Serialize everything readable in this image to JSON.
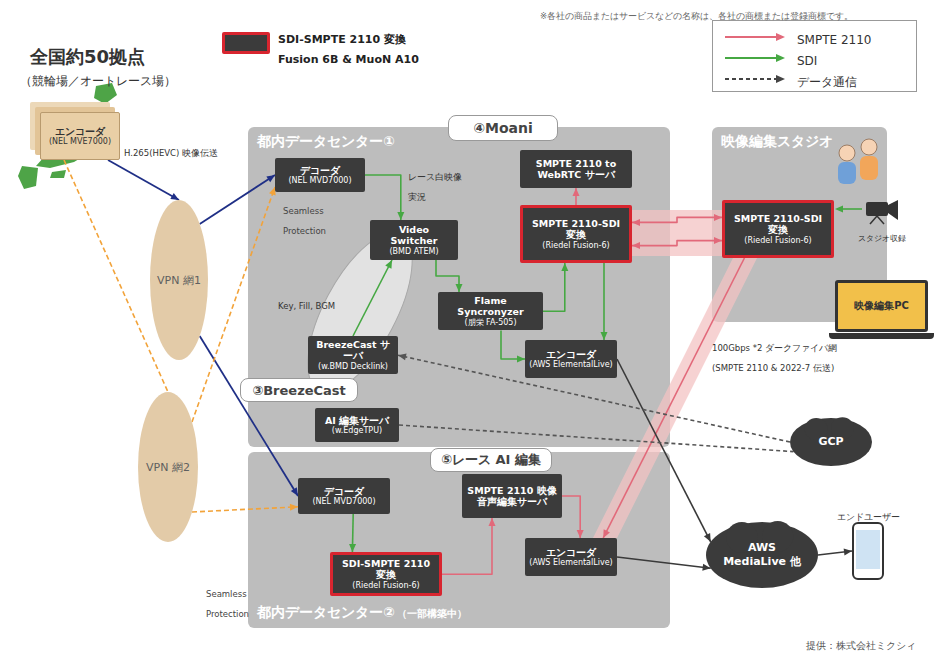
{
  "diagram": {
    "nodes": [
      {
        "text": [
          "エンコーダ",
          "(NEL MVE7000)"
        ]
      },
      {
        "text": [
          "VPN 網1"
        ]
      },
      {
        "text": [
          "VPN 網2"
        ]
      },
      {
        "text": [
          "都内データセンター①"
        ]
      },
      {
        "text": [
          "デコーダ",
          "(NEL MVD7000)"
        ],
        "in": 3
      },
      {
        "text": [
          "Video Switcher",
          "(BMD ATEM)"
        ],
        "in": 3
      },
      {
        "text": [
          "Flame Syncronyzer",
          "(朋栄 FA-505)"
        ],
        "in": 3
      },
      {
        "text": [
          "SMPTE 2110-SDI 変換",
          "(Riedel Fusion-6)"
        ],
        "in": 3
      },
      {
        "text": [
          "SMPTE 2110 to WebRTC サーバ"
        ],
        "in": 3
      },
      {
        "text": [
          "エンコーダ",
          "(AWS ElementalLive)"
        ],
        "in": 3
      },
      {
        "text": [
          "BreezeCast サーバ",
          "(w.BMD Decklink)"
        ],
        "in": 3
      },
      {
        "text": [
          "AI 編集サーバ",
          "(w.EdgeTPU)"
        ],
        "in": 3
      },
      {
        "text": [
          "④Moani"
        ]
      },
      {
        "text": [
          "③BreezeCast"
        ]
      },
      {
        "text": [
          "⑤レース AI 編集"
        ]
      },
      {
        "text": [
          "都内データセンター②",
          "（一部構築中）"
        ]
      },
      {
        "text": [
          "デコーダ",
          "(NEL MVD7000)"
        ],
        "in": 15
      },
      {
        "text": [
          "SMPTE 2110 映像音声編集サーバ"
        ],
        "in": 15
      },
      {
        "text": [
          "SDI-SMPTE 2110 変換",
          "(Riedel Fusion-6)"
        ],
        "in": 15
      },
      {
        "text": [
          "エンコーダ",
          "(AWS ElementalLive)"
        ],
        "in": 15
      },
      {
        "text": [
          "映像編集スタジオ"
        ]
      },
      {
        "text": [
          "SMPTE 2110-SDI 変換",
          "(Riedel Fusion-6)"
        ],
        "in": 20
      },
      {
        "text": [
          "映像編集PC"
        ],
        "in": 20
      },
      {
        "text": [
          "GCP"
        ]
      },
      {
        "text": [
          "AWS MediaLive 他"
        ]
      },
      {
        "text": [
          "エンドユーザー"
        ]
      }
    ],
    "edges": [
      {
        "from": 0,
        "to": 1,
        "arrow": "to"
      },
      {
        "from": 1,
        "to": 4,
        "arrow": "to"
      },
      {
        "from": 1,
        "to": 16,
        "arrow": "to"
      },
      {
        "from": 0,
        "to": 2,
        "arrow": "none"
      },
      {
        "from": 2,
        "to": 4,
        "arrow": "to"
      },
      {
        "from": 2,
        "to": 16,
        "arrow": "to"
      },
      {
        "from": 4,
        "to": 5,
        "arrow": "to"
      },
      {
        "from": 10,
        "to": 5,
        "arrow": "to"
      },
      {
        "from": 5,
        "to": 6,
        "arrow": "to"
      },
      {
        "from": 6,
        "to": 7,
        "arrow": "to"
      },
      {
        "from": 6,
        "to": 9,
        "arrow": "to"
      },
      {
        "from": 7,
        "to": 9,
        "arrow": "to"
      },
      {
        "from": 7,
        "to": 8,
        "arrow": "to"
      },
      {
        "from": 7,
        "to": 21,
        "arrow": "both"
      },
      {
        "from": 7,
        "to": 21,
        "arrow": "both"
      },
      {
        "from": 21,
        "to": 19,
        "arrow": "to"
      },
      {
        "from": 16,
        "to": 18,
        "arrow": "to"
      },
      {
        "from": 18,
        "to": 17,
        "arrow": "to"
      },
      {
        "from": 17,
        "to": 19,
        "arrow": "to"
      },
      {
        "from": 9,
        "to": 24,
        "arrow": "to"
      },
      {
        "from": 19,
        "to": 24,
        "arrow": "to"
      },
      {
        "from": 24,
        "to": 25,
        "arrow": "to"
      },
      {
        "from": 23,
        "to": 10,
        "arrow": "to"
      },
      {
        "from": 11,
        "to": 23,
        "arrow": "none"
      }
    ],
    "labels": [
      "※各社の商品またはサービスなどの名称は、各社の商標または登録商標です。",
      "全国約50拠点",
      "（競輪場／オートレース場）",
      "H.265(HEVC) 映像伝送",
      "Seamless Protection",
      "レース白映像 実況",
      "Key, Fill, BGM",
      "Seamless Protection",
      "100Gbps *2 ダークファイバ網 (SMPTE 2110 & 2022-7 伝送)",
      "スタジオ収録",
      "提供：株式会社ミクシィ"
    ],
    "legend": [
      {
        "text": "SDI-SMPTE 2110 変換 Fusion 6B & MuoN A10"
      },
      {
        "text": "SMPTE 2110",
        "color": "#e2697a"
      },
      {
        "text": "SDI",
        "color": "#46a843"
      },
      {
        "text": "データ通信"
      }
    ]
  }
}
